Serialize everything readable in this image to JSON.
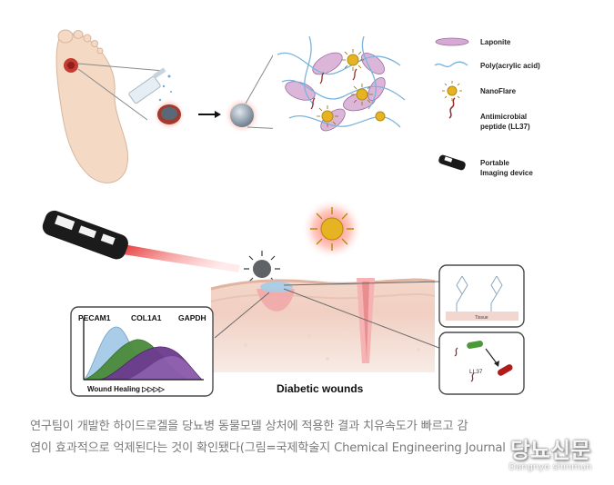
{
  "legend": {
    "laponite": "Laponite",
    "paa": "Poly(acrylic acid)",
    "nanoflare": "NanoFlare",
    "peptide_line1": "Antimicrobial",
    "peptide_line2": "peptide (LL37)",
    "device_line1": "Portable",
    "device_line2": "Imaging device"
  },
  "diagram": {
    "title": "Diabetic wounds",
    "tissue_label": "Tissue",
    "ll37_label": "LL37"
  },
  "healing_chart": {
    "markers": [
      "PECAM1",
      "COL1A1",
      "GAPDH"
    ],
    "xlabel": "Wound Healing ▷▷▷▷",
    "colors": [
      "#a9cde8",
      "#4a8a3a",
      "#6d3b8f"
    ]
  },
  "caption": {
    "line1": "연구팀이 개발한 하이드로겔을 당뇨병 동물모델 상처에 적용한 결과 치유속도가 빠르고 감",
    "line2": "염이 효과적으로 억제된다는 것이 확인됐다(그림=국제학술지 Chemical Engineering Journal"
  },
  "watermark": {
    "main": "당뇨신문",
    "sub": "Dangnyo shinmun"
  }
}
